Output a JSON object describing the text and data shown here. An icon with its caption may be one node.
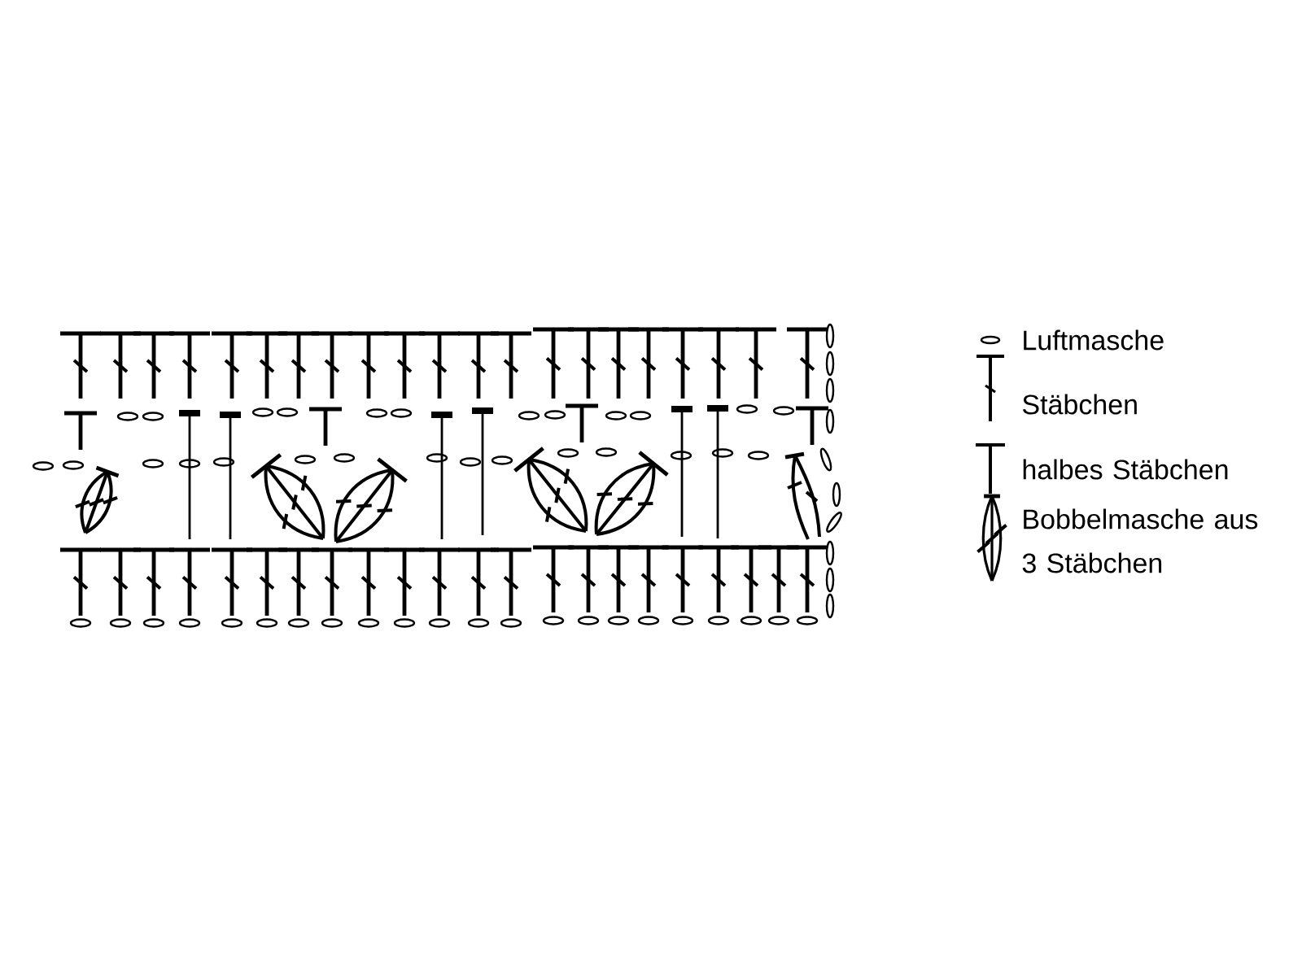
{
  "diagram": {
    "legend": [
      {
        "text": "Luftmasche"
      },
      {
        "text": "Stäbchen"
      },
      {
        "text": "halbes Stäbchen"
      },
      {
        "text": "Bobbelmasche aus 3 Stäbchen"
      }
    ]
  }
}
